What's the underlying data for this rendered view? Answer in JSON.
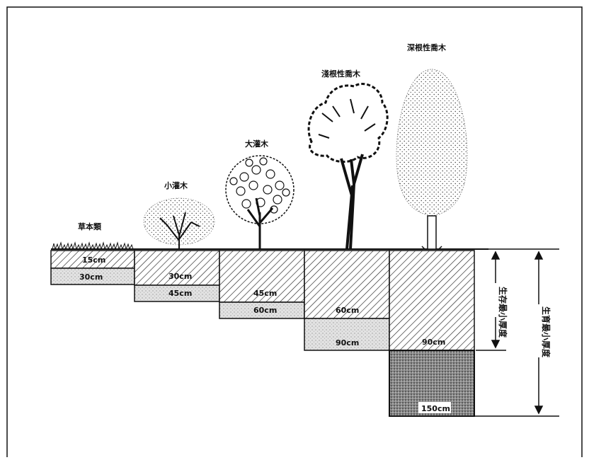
{
  "plants": [
    {
      "id": "herb",
      "label": "草本類"
    },
    {
      "id": "small-shrub",
      "label": "小灌木"
    },
    {
      "id": "large-shrub",
      "label": "大灌木"
    },
    {
      "id": "shallow-tree",
      "label": "淺根性喬木"
    },
    {
      "id": "deep-tree",
      "label": "深根性喬木"
    }
  ],
  "soil_layers": [
    {
      "plant": "herb",
      "survival": "15cm",
      "growth": "30cm"
    },
    {
      "plant": "small-shrub",
      "survival": "30cm",
      "growth": "45cm"
    },
    {
      "plant": "large-shrub",
      "survival": "45cm",
      "growth": "60cm"
    },
    {
      "plant": "shallow-tree",
      "survival": "60cm",
      "growth": "90cm"
    },
    {
      "plant": "deep-tree",
      "survival": "90cm",
      "growth": "150cm"
    }
  ],
  "dimension_labels": {
    "survival": "生存最小厚度",
    "growth": "生育最小厚度"
  }
}
